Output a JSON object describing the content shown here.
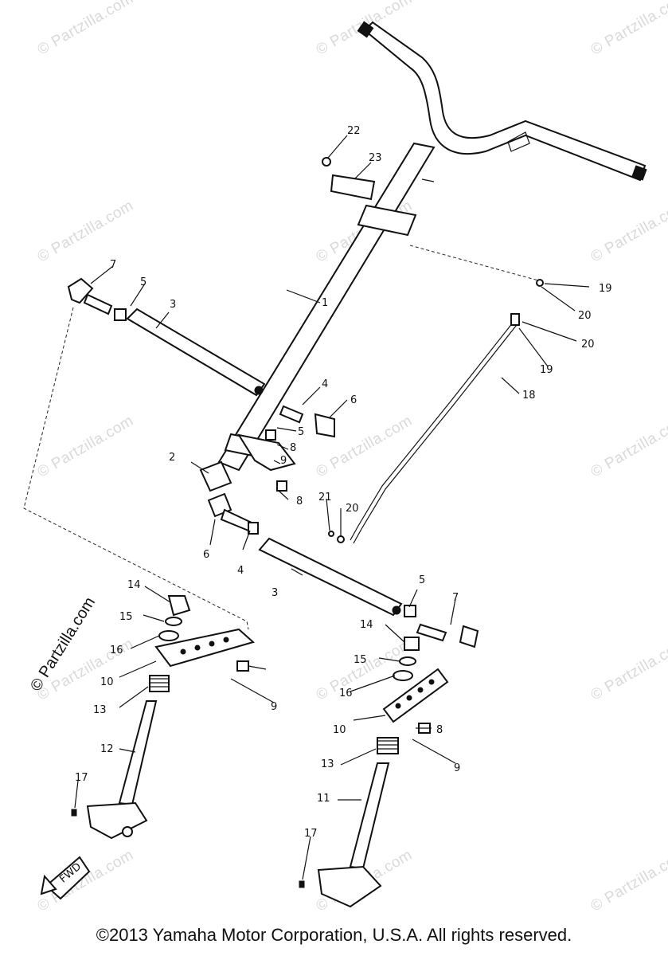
{
  "watermark": "© Partzilla.com",
  "side_watermark": "© Partzilla.com",
  "copyright": "©2013  Yamaha Motor Corporation, U.S.A. All rights reserved.",
  "fwd_label": "FWD",
  "callouts": [
    "1",
    "2",
    "3",
    "3",
    "4",
    "4",
    "5",
    "5",
    "5",
    "6",
    "6",
    "7",
    "7",
    "8",
    "8",
    "8",
    "9",
    "9",
    "9",
    "10",
    "10",
    "11",
    "12",
    "13",
    "13",
    "14",
    "14",
    "15",
    "15",
    "16",
    "16",
    "17",
    "17",
    "18",
    "19",
    "19",
    "20",
    "20",
    "20",
    "21",
    "22",
    "23"
  ]
}
